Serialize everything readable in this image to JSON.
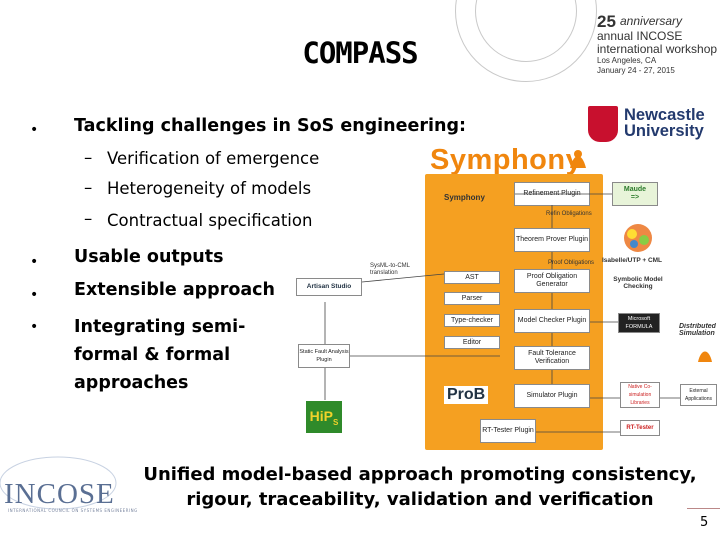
{
  "slide": {
    "title": "COMPASS",
    "bullets": [
      "Tackling challenges in SoS engineering:",
      "Usable outputs",
      "Extensible approach",
      "Integrating semi-formal & formal approaches"
    ],
    "bullet_lines": [
      "Integrating semi-",
      "formal & formal",
      "approaches"
    ],
    "sub_bullets": [
      "Verification of emergence",
      "Heterogeneity of models",
      "Contractual specification"
    ],
    "footer_lines": [
      "Unified model-based approach promoting consistency,",
      "rigour, traceability, validation and verification"
    ],
    "page_number": "5"
  },
  "banner": {
    "number": "25",
    "lines": [
      "anniversary",
      "annual INCOSE",
      "international workshop",
      "Los Angeles, CA",
      "January 24 - 27, 2015"
    ]
  },
  "logos": {
    "newcastle": [
      "Newcastle",
      "University"
    ],
    "symphony": "Symphony",
    "incose": "INCOSE",
    "incose_tag": "INTERNATIONAL COUNCIL ON SYSTEMS ENGINEERING"
  },
  "diagram": {
    "symphony_label": "Symphony",
    "left_boxes": [
      "AST",
      "Parser",
      "Type-checker",
      "Editor"
    ],
    "center_boxes": [
      "Refinement Plugin",
      "Theorem Prover Plugin",
      "Proof Obligation Generator",
      "Model Checker Plugin",
      "Fault Tolerance Verification",
      "Simulator Plugin",
      "RT-Tester Plugin"
    ],
    "edge_labels": [
      "Refin Obligations",
      "Proof Obligations",
      "SysML-to-CML translation"
    ],
    "right_labels": [
      "Maude",
      "=>",
      "Isabelle/UTP + CML",
      "Symbolic Model Checking",
      "Microsoft FORMULA",
      "Distributed Simulation",
      "External Applications",
      "RT-Tester",
      "Native Co-simulation Libraries"
    ],
    "artisan": "Artisan Studio",
    "static_fault": "Static Fault Analysis Plugin",
    "hip": "HiP",
    "hip_sub": "S",
    "prob": "ProB"
  },
  "colors": {
    "accent_orange": "#f5a021",
    "newcastle_red": "#c8102e",
    "newcastle_blue": "#233a6e",
    "incose_blue": "#5a6f93"
  }
}
